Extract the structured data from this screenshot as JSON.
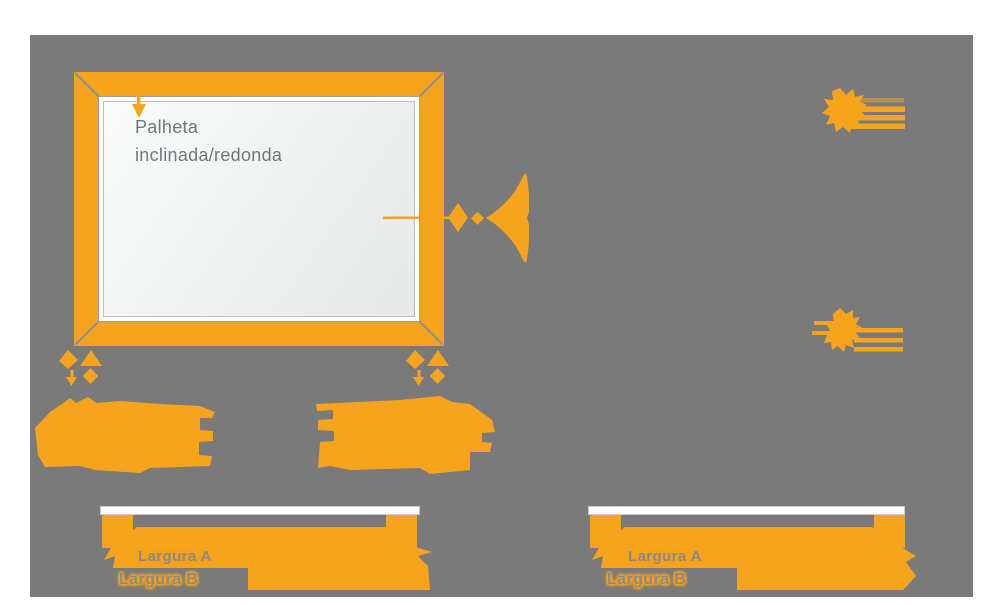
{
  "colors": {
    "accent_orange": "#F6A41E",
    "canvas_gray": "#7A7A7A",
    "window_panel_light": "#F1F3F3",
    "panel_label_gray": "#73777B",
    "dimension_label_gray": "#8A8A8A",
    "slat_bar_white": "#FFFFFF"
  },
  "window": {
    "label_line1": "Palheta",
    "label_line2": "inclinada/redonda"
  },
  "dimensions": {
    "left": {
      "line1": "Largura A",
      "line2": "Largura B"
    },
    "right": {
      "line1": "Largura A",
      "line2": "Largura B"
    }
  },
  "icons": {
    "down_arrow": "down-arrow-icon",
    "detail_horn": "detail-horn-icon",
    "dimension_arrows_left": "dimension-arrows-icon",
    "dimension_arrows_right": "dimension-arrows-icon",
    "slat_profile_top": "slat-profile-inclined-icon",
    "slat_profile_bottom": "slat-profile-round-icon"
  }
}
